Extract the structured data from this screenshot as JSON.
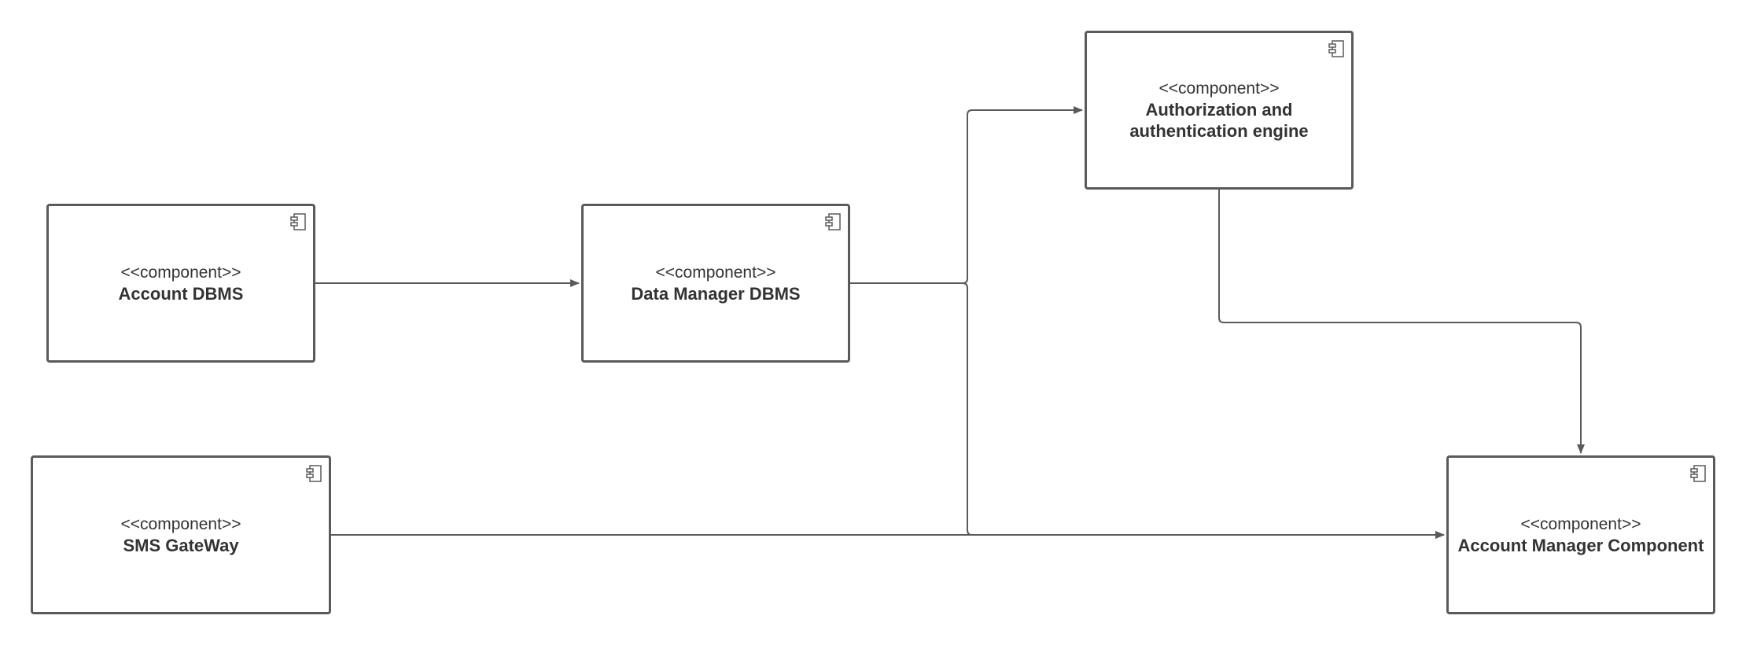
{
  "diagram": {
    "colors": {
      "stroke": "#5a5a5a",
      "text": "#333333",
      "background": "#ffffff"
    },
    "components": [
      {
        "id": "account-dbms",
        "stereotype": "<<component>>",
        "name": "Account DBMS",
        "icon": "component-icon"
      },
      {
        "id": "data-manager",
        "stereotype": "<<component>>",
        "name": "Data Manager DBMS",
        "icon": "component-icon"
      },
      {
        "id": "auth-engine",
        "stereotype": "<<component>>",
        "name": "Authorization and authentication engine",
        "icon": "component-icon"
      },
      {
        "id": "sms-gateway",
        "stereotype": "<<component>>",
        "name": "SMS GateWay",
        "icon": "component-icon"
      },
      {
        "id": "account-manager",
        "stereotype": "<<component>>",
        "name": "Account Manager Component",
        "icon": "component-icon"
      }
    ],
    "connectors": [
      {
        "from": "Account DBMS",
        "to": "Data Manager DBMS"
      },
      {
        "from": "Data Manager DBMS",
        "to": "Authorization and authentication engine"
      },
      {
        "from": "Data Manager DBMS",
        "to": "Account Manager Component"
      },
      {
        "from": "Authorization and authentication engine",
        "to": "Account Manager Component"
      },
      {
        "from": "SMS GateWay",
        "to": "Account Manager Component"
      }
    ]
  }
}
